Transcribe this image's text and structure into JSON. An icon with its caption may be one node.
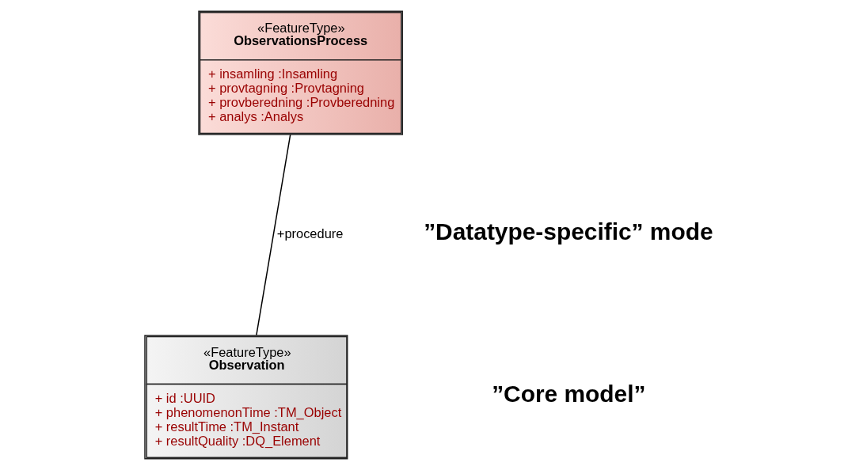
{
  "diagram": {
    "nodes": [
      {
        "text": [
          "«FeatureType»",
          "ObservationsProcess",
          "+ insamling :Insamling",
          "+ provtagning :Provtagning",
          "+ provberedning :Provberedning",
          "+ analys :Analys"
        ]
      },
      {
        "text": [
          "«FeatureType»",
          "Observation",
          "+ id :UUID",
          "+ phenomenonTime :TM_Object",
          "+ resultTime :TM_Instant",
          "+ resultQuality :DQ_Element"
        ]
      }
    ],
    "edges": [
      {
        "from": 1,
        "to": 0,
        "arrow": "none",
        "label": "+procedure"
      }
    ],
    "labels": [
      "”Datatype-specific” mode",
      "”Core model”"
    ]
  }
}
